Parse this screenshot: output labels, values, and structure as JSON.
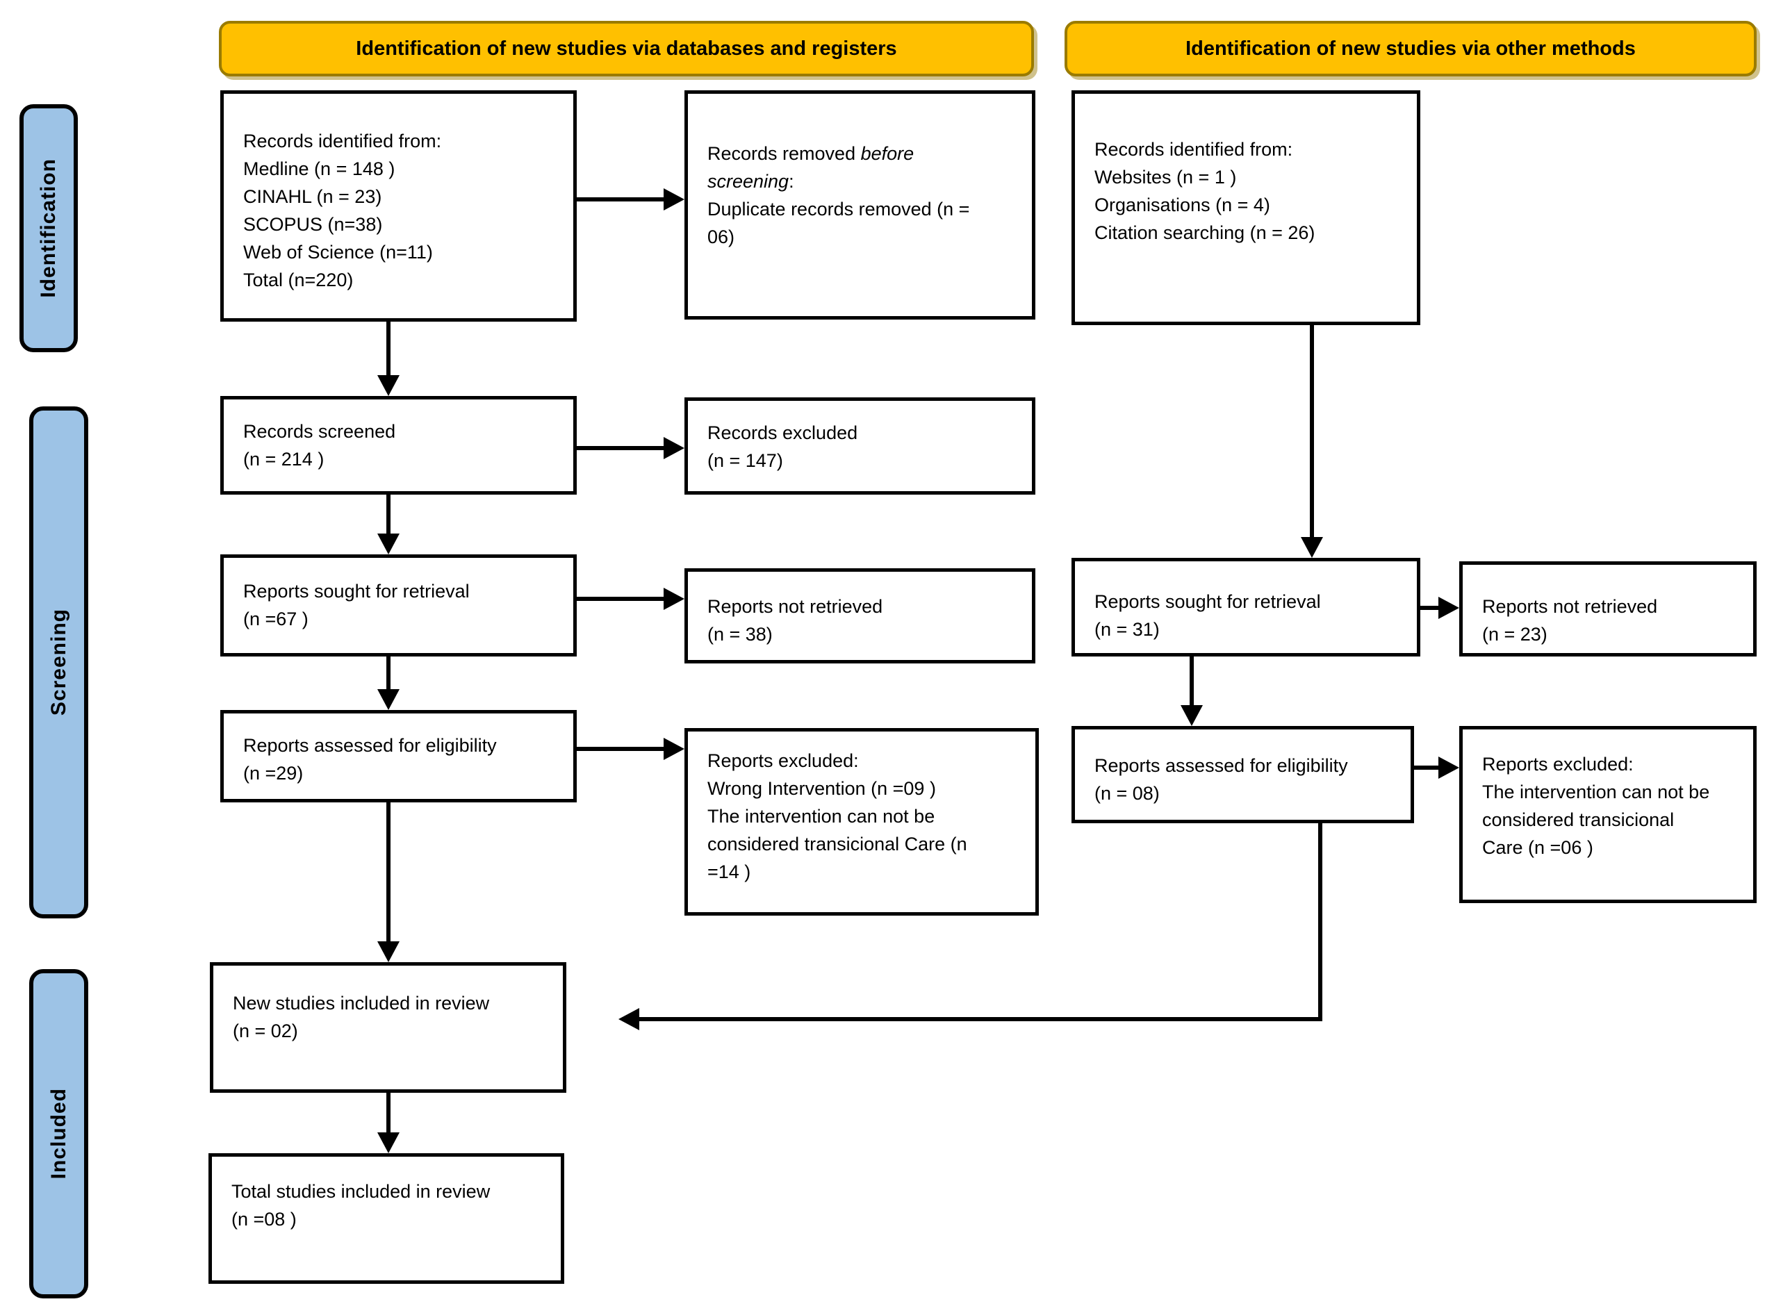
{
  "headers": {
    "databases": "Identification of new studies via databases and registers",
    "other": "Identification of new studies via other methods"
  },
  "sidebar": {
    "identification": "Identification",
    "screening": "Screening",
    "included": "Included"
  },
  "boxes": {
    "db_identified": {
      "lines": [
        "Records identified from:",
        "Medline (n = 148 )",
        "CINAHL (n = 23)",
        "SCOPUS (n=38)",
        "Web of Science (n=11)",
        "Total (n=220)"
      ]
    },
    "records_removed": {
      "l1_normal": "Records removed ",
      "l1_italic": "before",
      "l2_italic": "screening",
      "l2_normal": ":",
      "l3": "Duplicate records removed  (n =",
      "l4": "06)"
    },
    "other_identified": {
      "lines": [
        "Records identified from:",
        "Websites (n = 1 )",
        "Organisations (n = 4)",
        "Citation searching (n = 26)"
      ]
    },
    "records_screened": {
      "lines": [
        "Records screened",
        "(n = 214 )"
      ]
    },
    "records_excluded": {
      "lines": [
        "Records excluded",
        "(n = 147)"
      ]
    },
    "reports_sought_db": {
      "lines": [
        "Reports sought for retrieval",
        "(n =67 )"
      ]
    },
    "reports_not_retrieved_db": {
      "lines": [
        "Reports not retrieved",
        "(n = 38)"
      ]
    },
    "reports_sought_other": {
      "lines": [
        "Reports sought for retrieval",
        "(n = 31)"
      ]
    },
    "reports_not_retrieved_other": {
      "lines": [
        "Reports not retrieved",
        "(n = 23)"
      ]
    },
    "reports_assessed_db": {
      "lines": [
        "Reports assessed for eligibility",
        "(n =29)"
      ]
    },
    "reports_excluded_db": {
      "lines": [
        "Reports excluded:",
        "Wrong Intervention (n =09 )",
        "The intervention can not be",
        "considered transicional Care (n",
        "=14 )"
      ]
    },
    "reports_assessed_other": {
      "lines": [
        "Reports assessed for eligibility",
        "(n = 08)"
      ]
    },
    "reports_excluded_other": {
      "lines": [
        "Reports excluded:",
        "The intervention can not be",
        "considered transicional",
        "Care (n =06 )"
      ]
    },
    "new_studies": {
      "lines": [
        "New studies included in review",
        "(n = 02)"
      ]
    },
    "total_studies": {
      "lines": [
        "Total studies included in review",
        "(n =08 )"
      ]
    }
  },
  "colors": {
    "header_fill": "#FFC000",
    "header_border": "#9A7B00",
    "sidebar_fill": "#9DC3E6",
    "box_border": "#000000",
    "arrow": "#000000"
  }
}
